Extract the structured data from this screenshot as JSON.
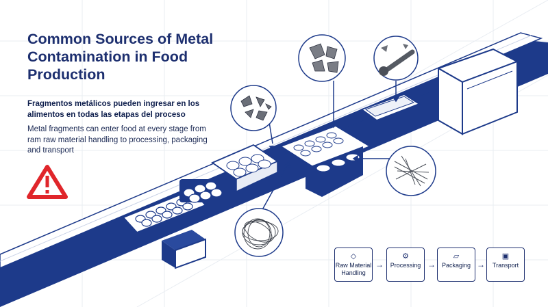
{
  "title": "Common Sources of Metal Contamination in Food Production",
  "subtitle_es": "Fragmentos metálicos pueden ingresar en los alimentos en todas las etapas del proceso",
  "subtitle_en": "Metal fragments can enter food at every stage from ram raw material handling to processing, packaging and transport",
  "colors": {
    "primary": "#1d3a8a",
    "text": "#1d2f6f",
    "warning": "#e0262b",
    "grid": "#e6eaf0"
  },
  "warning_icon": "warning-triangle-icon",
  "flow": {
    "steps": [
      {
        "label": "Raw Material Handling",
        "icon": "box-outline-icon"
      },
      {
        "label": "Processing",
        "icon": "gears-icon"
      },
      {
        "label": "Packaging",
        "icon": "package-icon"
      },
      {
        "label": "Transport",
        "icon": "truck-icon"
      }
    ]
  }
}
